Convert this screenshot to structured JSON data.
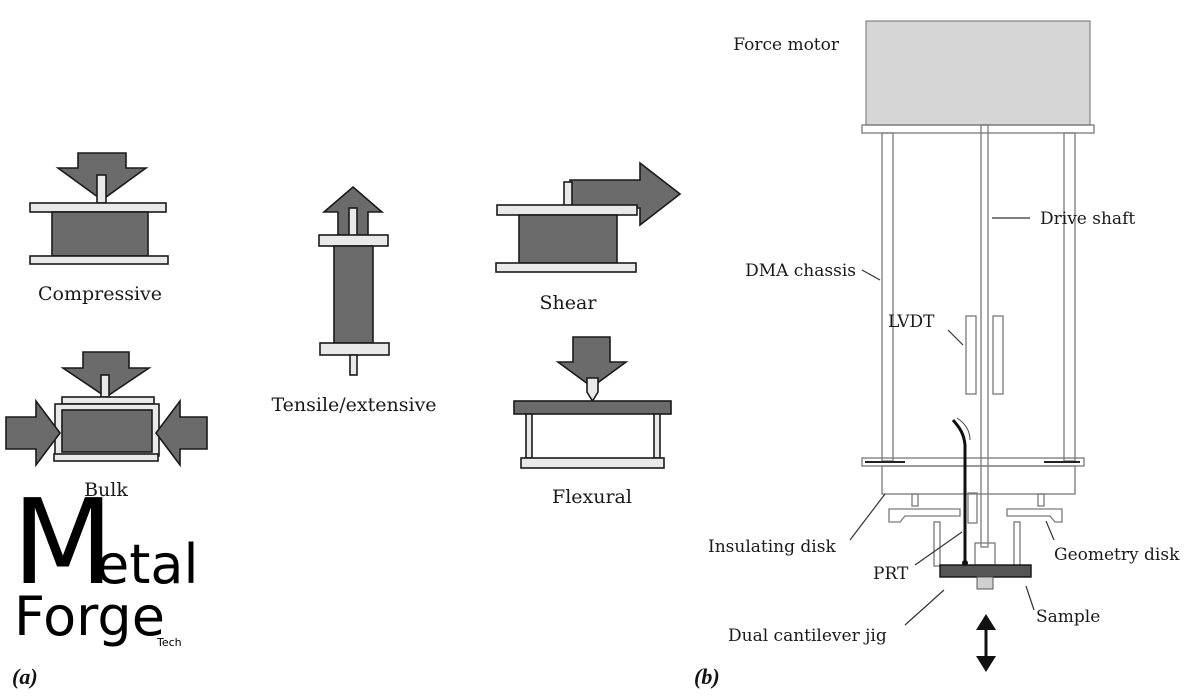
{
  "panel_a": {
    "label": "(a)",
    "modes": {
      "compressive": "Compressive",
      "bulk": "Bulk",
      "tensile": "Tensile/extensive",
      "shear": "Shear",
      "flexural": "Flexural"
    }
  },
  "panel_b": {
    "label": "(b)",
    "parts": {
      "force_motor": "Force motor",
      "drive_shaft": "Drive shaft",
      "dma_chassis": "DMA chassis",
      "lvdt": "LVDT",
      "insulating_disk": "Insulating disk",
      "geometry_disk": "Geometry disk",
      "prt": "PRT",
      "sample": "Sample",
      "dual_cantilever_jig": "Dual cantilever jig"
    }
  },
  "logo": {
    "line1_initial": "M",
    "line1_rest": "etal",
    "line2": "Forge",
    "line3": "Tech"
  },
  "colors": {
    "block_fill": "#6b6b6b",
    "plate_fill": "#e9e9e9",
    "motor_fill": "#d6d6d6",
    "sample_fill": "#555555"
  }
}
